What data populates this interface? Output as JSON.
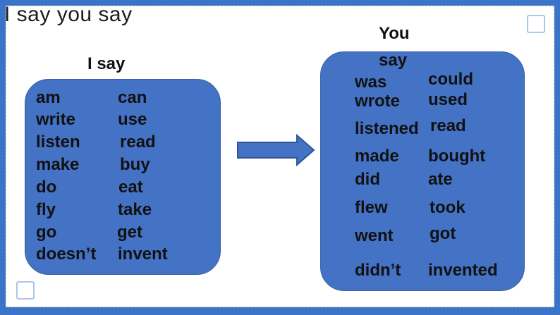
{
  "title": "I say you say",
  "i_say": {
    "heading": "I say",
    "col1": [
      "am",
      "write",
      "listen",
      "make",
      "do",
      "fly",
      "go",
      "doesn’t"
    ],
    "col2": [
      "can",
      "use",
      "read",
      "buy",
      "eat",
      "take",
      "get",
      "invent"
    ]
  },
  "you": {
    "heading": "You",
    "col1": [
      "say",
      "was",
      "wrote",
      "listened",
      "made",
      "did",
      "flew",
      "went",
      "didn’t"
    ],
    "col2": [
      "could",
      "used",
      "read",
      "bought",
      "ate",
      "took",
      "got",
      "invented"
    ]
  },
  "colors": {
    "box": "#4472c4",
    "arrow": "#4472c4",
    "background": "#3b74c6"
  },
  "icons": [
    "right-arrow-icon"
  ]
}
